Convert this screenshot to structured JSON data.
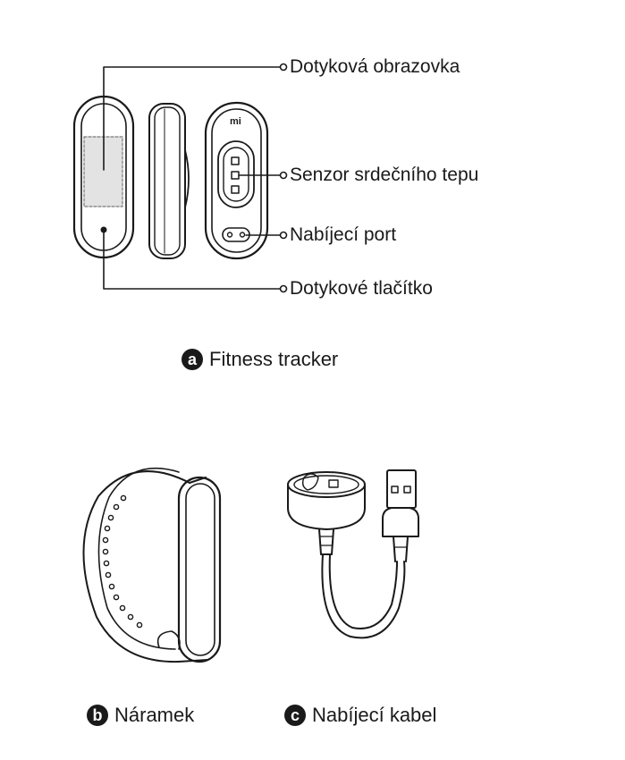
{
  "tracker": {
    "labels": {
      "touch_screen": "Dotyková obrazovka",
      "heart_sensor": "Senzor srdečního tepu",
      "charging_port": "Nabíjecí port",
      "touch_button": "Dotykové tlačítko"
    },
    "logo_text": "mi",
    "caption": {
      "badge": "a",
      "text": "Fitness tracker"
    }
  },
  "strap": {
    "caption": {
      "badge": "b",
      "text": "Náramek"
    }
  },
  "cable": {
    "caption": {
      "badge": "c",
      "text": "Nabíjecí kabel"
    }
  }
}
